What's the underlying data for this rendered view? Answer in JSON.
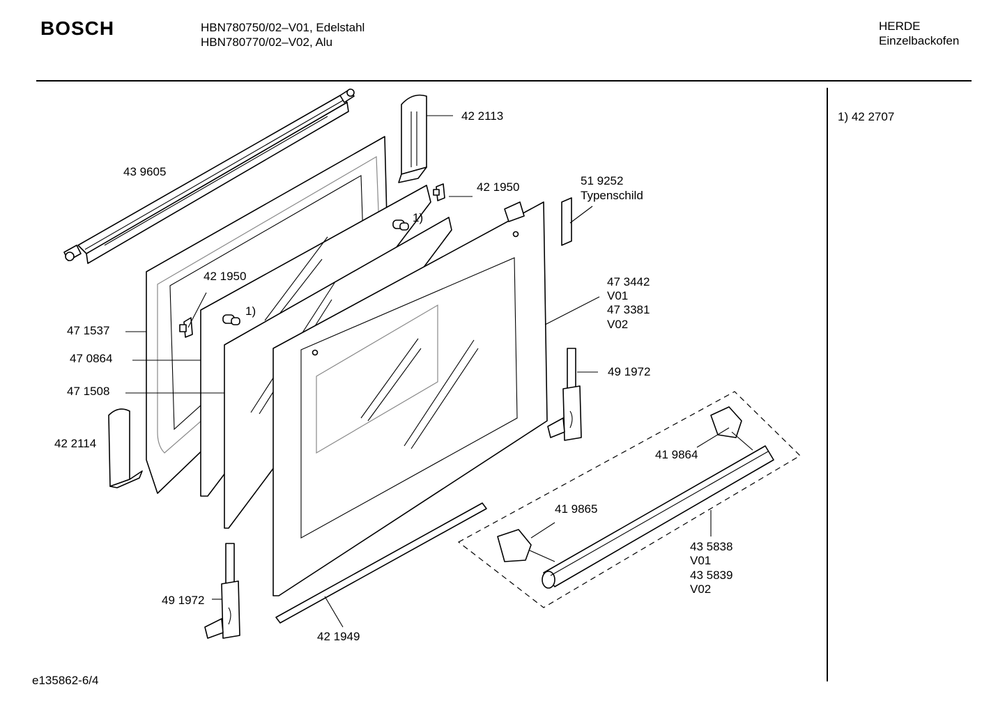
{
  "header": {
    "brand": "BOSCH",
    "models": [
      "HBN780750/02–V01, Edelstahl",
      "HBN780770/02–V02, Alu"
    ],
    "category": [
      "HERDE",
      "Einzelbackofen"
    ]
  },
  "sidebar": {
    "note": "1) 42 2707"
  },
  "footer": {
    "code": "e135862-6/4"
  },
  "diagram": {
    "callouts": [
      "1)",
      "1)"
    ],
    "labels": [
      [
        "43 9605"
      ],
      [
        "42 2113"
      ],
      [
        "42 1950"
      ],
      [
        "51 9252",
        "Typenschild"
      ],
      [
        "42 1950"
      ],
      [
        "47 3442",
        "V01",
        "47 3381",
        "V02"
      ],
      [
        "47 1537"
      ],
      [
        "47 0864"
      ],
      [
        "47 1508"
      ],
      [
        "49 1972"
      ],
      [
        "42 2114"
      ],
      [
        "41 9864"
      ],
      [
        "41 9865"
      ],
      [
        "43 5838",
        "V01",
        "43 5839",
        "V02"
      ],
      [
        "49 1972"
      ],
      [
        "42 1949"
      ]
    ]
  }
}
